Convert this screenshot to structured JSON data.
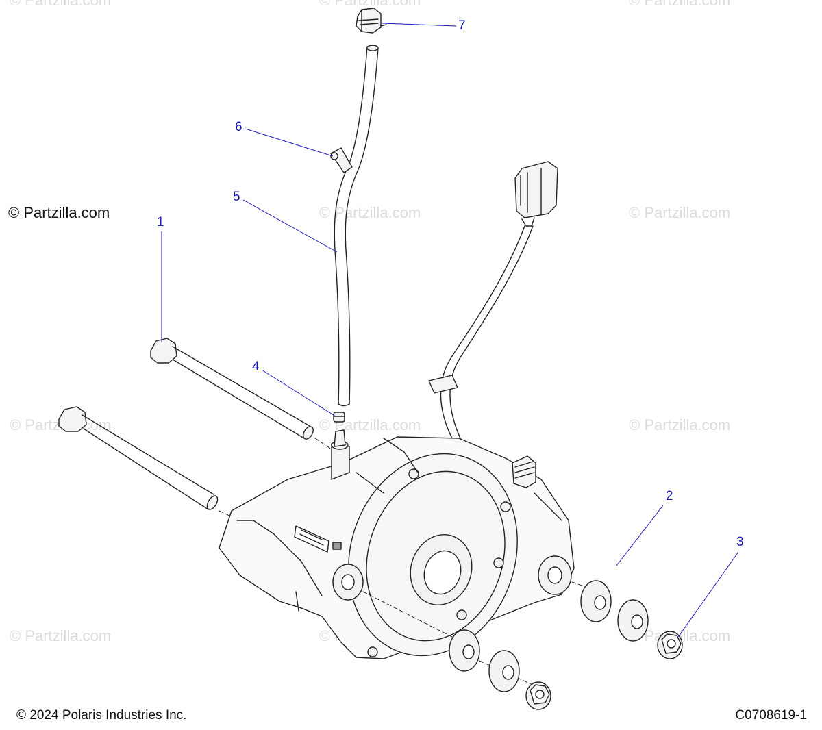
{
  "watermark_text": "© Partzilla.com",
  "brand_text": "© Partzilla.com",
  "footer": {
    "copyright": "© 2024 Polaris Industries Inc.",
    "diagram_code": "C0708619-1"
  },
  "callouts": [
    {
      "id": "1",
      "label": "1"
    },
    {
      "id": "2",
      "label": "2"
    },
    {
      "id": "3",
      "label": "3"
    },
    {
      "id": "4",
      "label": "4"
    },
    {
      "id": "5",
      "label": "5"
    },
    {
      "id": "6",
      "label": "6"
    },
    {
      "id": "7",
      "label": "7"
    }
  ],
  "colors": {
    "callout": "#1a1ab8",
    "line_art": "#222222",
    "watermark": "#dcdcdc"
  }
}
